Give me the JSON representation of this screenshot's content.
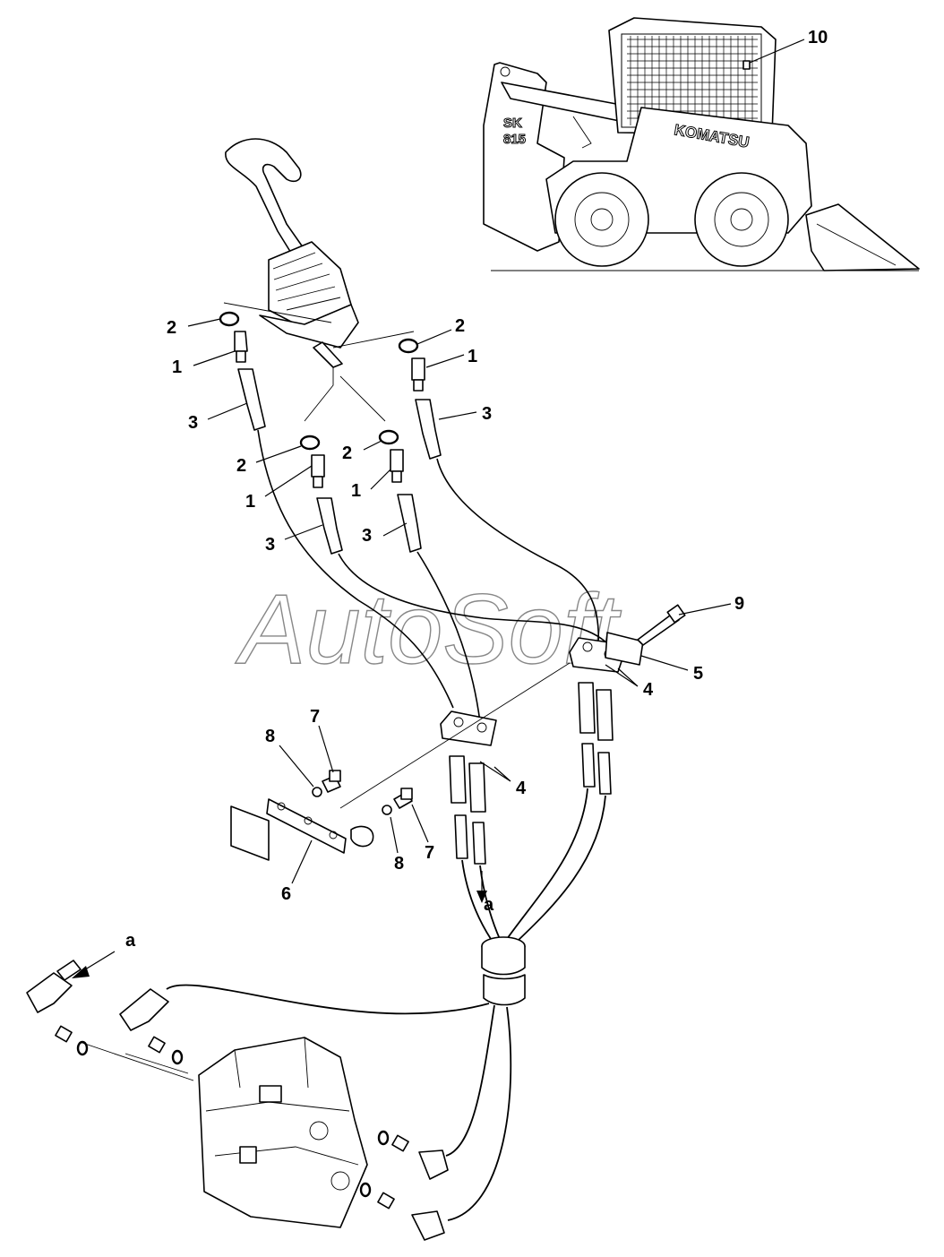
{
  "watermark": "AutoSoft",
  "machine": {
    "brand": "KOMATSU",
    "model_line1": "SK",
    "model_line2": "815"
  },
  "callouts": [
    {
      "id": "c10",
      "text": "10"
    },
    {
      "id": "c2a",
      "text": "2"
    },
    {
      "id": "c1a",
      "text": "1"
    },
    {
      "id": "c3a",
      "text": "3"
    },
    {
      "id": "c2b",
      "text": "2"
    },
    {
      "id": "c1b",
      "text": "1"
    },
    {
      "id": "c3b",
      "text": "3"
    },
    {
      "id": "c2c",
      "text": "2"
    },
    {
      "id": "c1c",
      "text": "1"
    },
    {
      "id": "c3c",
      "text": "3"
    },
    {
      "id": "c2d",
      "text": "2"
    },
    {
      "id": "c1d",
      "text": "1"
    },
    {
      "id": "c3d",
      "text": "3"
    },
    {
      "id": "c9",
      "text": "9"
    },
    {
      "id": "c5",
      "text": "5"
    },
    {
      "id": "c4a",
      "text": "4"
    },
    {
      "id": "c4b",
      "text": "4"
    },
    {
      "id": "c7a",
      "text": "7"
    },
    {
      "id": "c8a",
      "text": "8"
    },
    {
      "id": "c6",
      "text": "6"
    },
    {
      "id": "c8b",
      "text": "8"
    },
    {
      "id": "c7b",
      "text": "7"
    },
    {
      "id": "ca1",
      "text": "a"
    },
    {
      "id": "ca2",
      "text": "a"
    }
  ]
}
